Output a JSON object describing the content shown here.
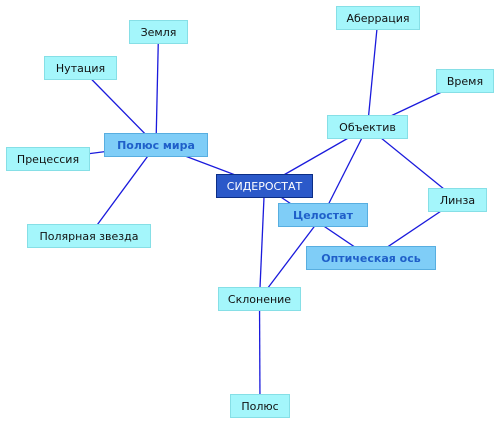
{
  "colors": {
    "edge": "#1a1adc",
    "leaf_fill": "#a4f6fb",
    "major_fill": "#7fcdf7",
    "major_text": "#1f5fc9",
    "central_fill": "#2b59c9",
    "central_text": "#ffffff"
  },
  "nodes": {
    "siderostat": "СИДЕРОСТАТ",
    "polus_mira": "Полюс мира",
    "zemlya": "Земля",
    "nutatsiya": "Нутация",
    "pretsessiya": "Прецессия",
    "polyarnaya_zvezda": "Полярная звезда",
    "tselostat": "Целостат",
    "opticheskaya_os": "Оптическая ось",
    "skloneniye": "Склонение",
    "polyus": "Полюс",
    "obyektiv": "Объектив",
    "aberratsiya": "Аберрация",
    "vremya": "Время",
    "linza": "Линза"
  },
  "edges": [
    [
      "siderostat",
      "polus_mira"
    ],
    [
      "polus_mira",
      "zemlya"
    ],
    [
      "polus_mira",
      "nutatsiya"
    ],
    [
      "polus_mira",
      "pretsessiya"
    ],
    [
      "polus_mira",
      "polyarnaya_zvezda"
    ],
    [
      "siderostat",
      "obyektiv"
    ],
    [
      "siderostat",
      "opticheskaya_os"
    ],
    [
      "siderostat",
      "skloneniye"
    ],
    [
      "obyektiv",
      "aberratsiya"
    ],
    [
      "obyektiv",
      "vremya"
    ],
    [
      "obyektiv",
      "linza"
    ],
    [
      "obyektiv",
      "tselostat"
    ],
    [
      "linza",
      "opticheskaya_os"
    ],
    [
      "tselostat",
      "skloneniye"
    ],
    [
      "skloneniye",
      "polyus"
    ]
  ]
}
